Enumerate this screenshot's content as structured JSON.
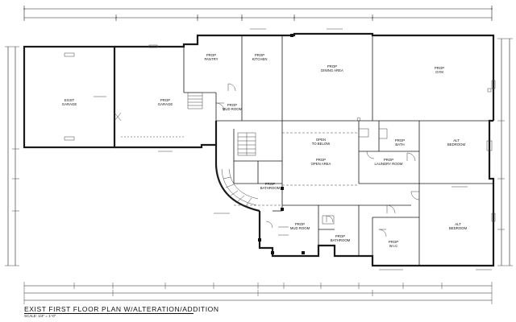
{
  "title_block": {
    "title": "EXIST FIRST FLOOR PLAN W/ALTERATION/ADDITION",
    "scale": "SCALE: 1/4\" = 1'-0\""
  },
  "rooms": {
    "garage_exist": "EXIST GARAGE",
    "garage_prop": "PROP GARAGE",
    "pantry": "PROP PANTRY",
    "kitchen": "PROP KITCHEN",
    "dining": "PROP DINING AREA",
    "gym": "PROP GYM",
    "mud_room": "PROP MUD ROOM",
    "open_to_below": "OPEN TO BELOW",
    "open_area": "PROP OPEN AREA",
    "laundry": "PROP LAUNDRY ROOM",
    "bath_upper": "PROP BATH",
    "bedroom_upper": "ALT BEDROOM",
    "bathroom_half": "PROP BATHROOM",
    "mud_room_lower": "PROP MUD ROOM",
    "bathroom_lower": "PROP BATHROOM",
    "wic": "PROP W.I.C",
    "bedroom_lower": "ALT BEDROOM"
  }
}
